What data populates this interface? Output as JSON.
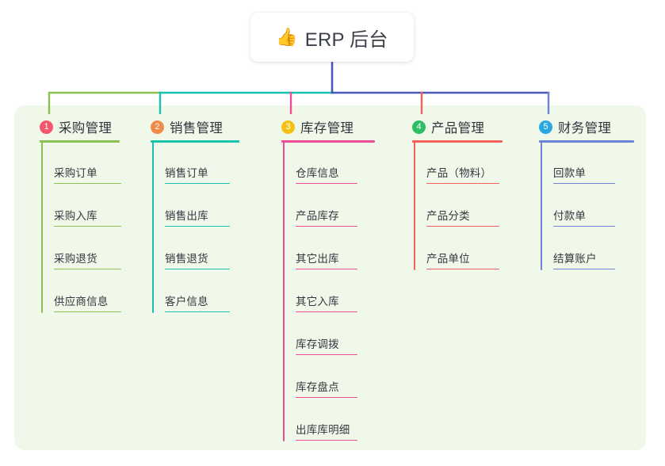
{
  "diagram": {
    "type": "mind-map",
    "root": {
      "emoji": "👍",
      "emoji_name": "thumbs-up-icon",
      "title": "ERP 后台"
    },
    "panel_color": "#f0f8ea",
    "root_stem_color": "#4a59b5",
    "branches": [
      {
        "index": "1",
        "title": "采购管理",
        "badge_color": "#f4566b",
        "line_color": "#8cc152",
        "children": [
          "采购订单",
          "采购入库",
          "采购退货",
          "供应商信息"
        ]
      },
      {
        "index": "2",
        "title": "销售管理",
        "badge_color": "#f08a4a",
        "line_color": "#19c2ac",
        "children": [
          "销售订单",
          "销售出库",
          "销售退货",
          "客户信息"
        ]
      },
      {
        "index": "3",
        "title": "库存管理",
        "badge_color": "#f5c014",
        "line_color": "#ef4c96",
        "children": [
          "仓库信息",
          "产品库存",
          "其它出库",
          "其它入库",
          "库存调拨",
          "库存盘点",
          "出库库明细"
        ]
      },
      {
        "index": "4",
        "title": "产品管理",
        "badge_color": "#2dbd63",
        "line_color": "#f5605c",
        "children": [
          "产品（物料）",
          "产品分类",
          "产品单位"
        ]
      },
      {
        "index": "5",
        "title": "财务管理",
        "badge_color": "#29a8e0",
        "line_color": "#6b84d8",
        "children": [
          "回款单",
          "付款单",
          "结算账户"
        ]
      }
    ]
  }
}
